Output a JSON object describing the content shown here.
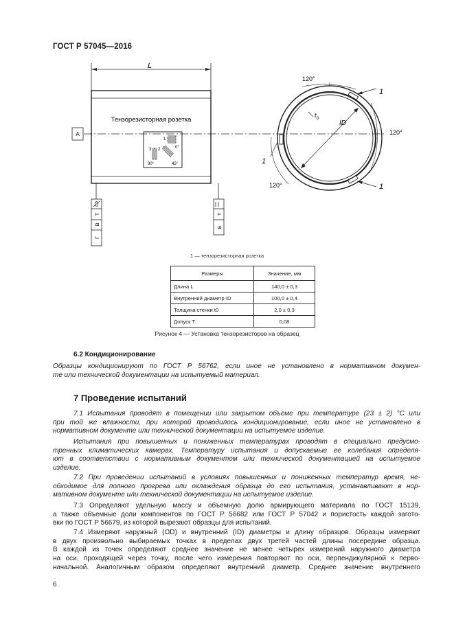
{
  "header": {
    "standard": "ГОСТ Р 57045—2016"
  },
  "figure": {
    "label_L": "L",
    "rosette_title": "Тензорезисторная розетка",
    "gauge_marks": [
      "1",
      "2",
      "3"
    ],
    "angle_0": "0°",
    "angle_45": "45°",
    "angle_90": "90°",
    "angle_120_top": "120°",
    "angle_120_right": "120°",
    "angle_120_bottom": "120°",
    "label_t0": "t",
    "label_t0_sub": "0",
    "label_ID": "ID",
    "callout_1": "1",
    "sec_a": "A",
    "sec_b": "Б",
    "sec_v": "В",
    "sec_g": "Г",
    "sec_t": "T"
  },
  "legend_note": "1 — тензорезисторная розетка",
  "dim_table": {
    "headers": [
      "Размеры",
      "Значение, мм"
    ],
    "rows": [
      [
        "Длина L",
        "140,0 ± 0,3"
      ],
      [
        "Внутренний диаметр ID",
        "100,0 ± 0,4"
      ],
      [
        "Толщина стенки t0",
        "2,0 ± 0,3"
      ],
      [
        "Допуск T",
        "0,08"
      ]
    ]
  },
  "figure_caption": "Рисунок 4 — Установка тензорезисторов на образец",
  "section_62": "6.2 Кондиционирование",
  "para_62": [
    "Образцы кондиционируют по ГОСТ Р 56762, если иное не установлено в нормативном докумен-",
    "те или технической документации на испытуемый материал."
  ],
  "section_7": "7 Проведение испытаний",
  "para_71": [
    "7.1 Испытания проводят в помещении или закрытом объеме при температуре (23 ± 2) °С или",
    "при той же влажности, при которой проводилось кондиционирование, если иное не установлено в",
    "нормативном документе или технической документации на испытуемое изделие."
  ],
  "para_71b": [
    "Испытания при повышенных и пониженных температурах проводят в специально предусмо-",
    "тренных климатических камерах. Температуру испытания и допускаемые ее колебания определя-",
    "ют в соответствии с нормативным документом или технической документацией на испытуемое",
    "изделие."
  ],
  "para_72": [
    "7.2 При проведении испытаний в условиях повышенных и пониженных температур время, не-",
    "обходимое для полного прогрева или охлаждения образца до его испытания, устанавливают в нор-",
    "мативном документе или технической документации на испытуемое изделие."
  ],
  "para_73": [
    "7.3 Определяют удельную массу и объемную долю армирующего материала по ГОСТ 15139,",
    "а также объемные доли компонентов по ГОСТ Р 56682 или ГОСТ Р 57042 и пористость каждой загото-",
    "вки по ГОСТ Р 56679, из которой вырезают образцы для испытаний."
  ],
  "para_74": [
    "7.4 Измеряют наружный (OD) и внутренний (ID) диаметры и длину образцов. Образцы измеряют",
    "в двух произвольно выбираемых точках в пределах двух третей частей длины посередине образца.",
    "В каждой из точек определяют среднее значение не менее четырех измерений наружного диаметра",
    "на оси, проходящей через точку, после чего измерения повторяют по оси, перпендикулярной к перво-",
    "начальной. Аналогичным образом определяют внутренний диаметр. Среднее значение внутреннего"
  ],
  "page_number": "6"
}
